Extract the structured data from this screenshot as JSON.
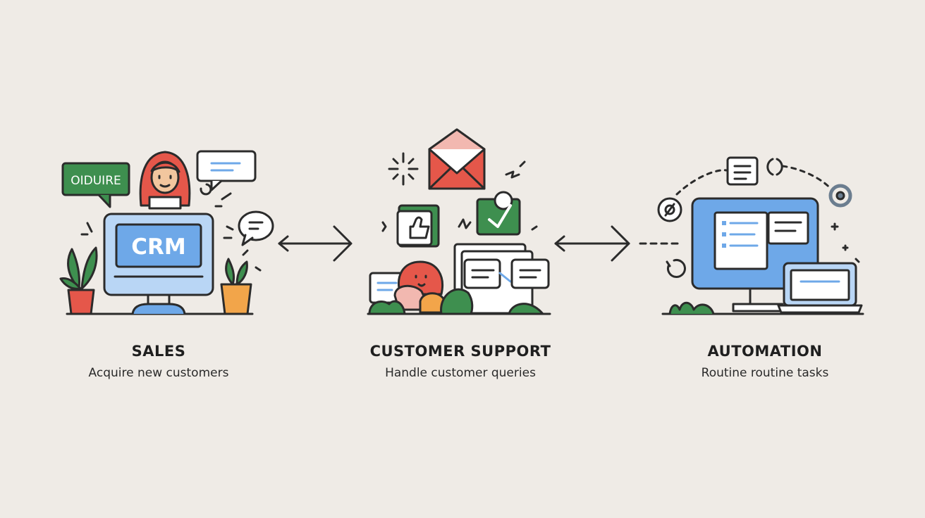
{
  "stages": [
    {
      "title": "SALES",
      "subtitle": "Acquire new customers",
      "screen_text": "CRM",
      "sign_text": "OIDUIRE"
    },
    {
      "title": "CUSTOMER SUPPORT",
      "subtitle": "Handle customer queries"
    },
    {
      "title": "AUTOMATION",
      "subtitle": "Routine routine tasks"
    }
  ],
  "colors": {
    "background": "#efebe6",
    "outline": "#2b2b2b",
    "blue": "#6ea8e8",
    "light_blue": "#b9d6f5",
    "green": "#3e8f4f",
    "red": "#e5574a",
    "orange": "#f2a54a",
    "pink": "#f2b8b0"
  },
  "icons": [
    "crm-monitor-icon",
    "envelope-icon",
    "chat-bubble-icon",
    "thumbs-up-icon",
    "checkmark-icon",
    "gear-icon",
    "plant-icon",
    "bidirectional-arrow-icon"
  ]
}
